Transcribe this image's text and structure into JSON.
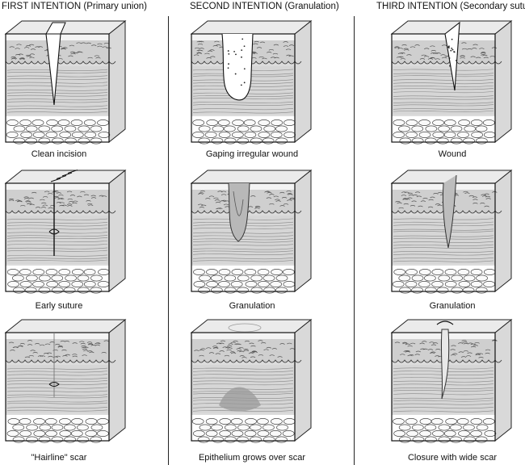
{
  "columns": [
    {
      "title": "FIRST INTENTION (Primary union)",
      "panels": [
        {
          "caption": "Clean incision",
          "stage": "clean-incision"
        },
        {
          "caption": "Early suture",
          "stage": "early-suture"
        },
        {
          "caption": "\"Hairline\" scar",
          "stage": "hairline-scar"
        }
      ]
    },
    {
      "title": "SECOND INTENTION (Granulation)",
      "panels": [
        {
          "caption": "Gaping irregular wound",
          "stage": "gaping-wound"
        },
        {
          "caption": "Granulation",
          "stage": "granulation-open"
        },
        {
          "caption": "Epithelium grows over scar",
          "stage": "epithelium-scar"
        }
      ]
    },
    {
      "title": "THIRD INTENTION (Secondary suture)",
      "panels": [
        {
          "caption": "Wound",
          "stage": "wound"
        },
        {
          "caption": "Granulation",
          "stage": "granulation-narrow"
        },
        {
          "caption": "Closure with wide scar",
          "stage": "wide-scar"
        }
      ]
    }
  ]
}
